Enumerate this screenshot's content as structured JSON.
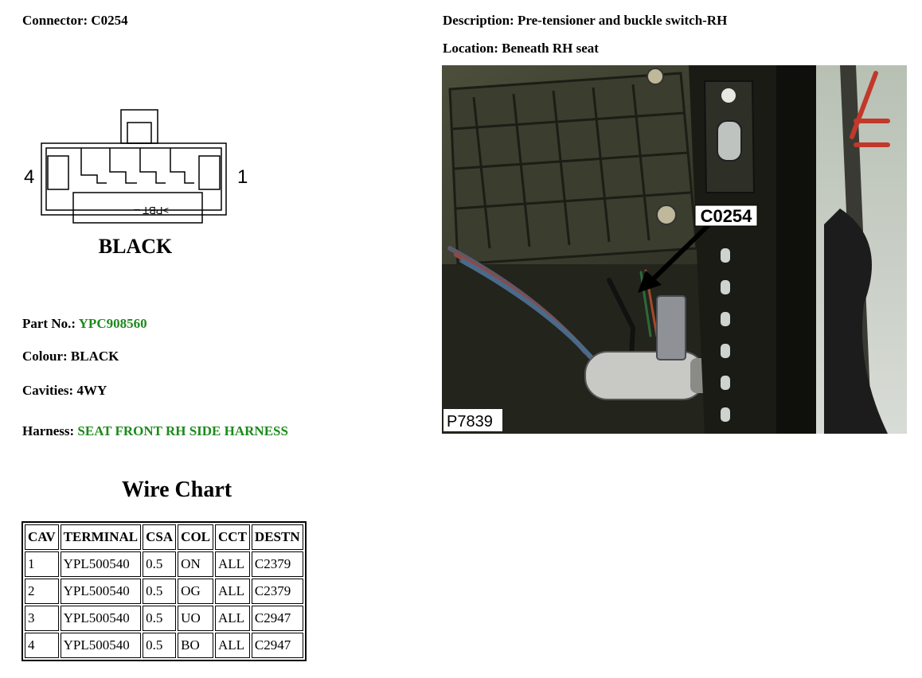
{
  "connector": {
    "label": "Connector:",
    "value": "C0254"
  },
  "description": {
    "label": "Description:",
    "value": "Pre-tensioner and buckle switch-RH"
  },
  "location": {
    "label": "Location:",
    "value": "Beneath RH seat"
  },
  "diagram": {
    "pin_left": "4",
    "pin_right": "1",
    "colour_label": "BLACK",
    "inner_marking": ">PBT –"
  },
  "photo": {
    "callout": "C0254",
    "ref": "P7839"
  },
  "part_no": {
    "label": "Part No.:",
    "value": "YPC908560"
  },
  "colour": {
    "label": "Colour:",
    "value": "BLACK"
  },
  "cavities": {
    "label": "Cavities:",
    "value": "4WY"
  },
  "harness": {
    "label": "Harness:",
    "value": "SEAT FRONT RH SIDE HARNESS"
  },
  "wire_chart": {
    "title": "Wire Chart",
    "headers": [
      "CAV",
      "TERMINAL",
      "CSA",
      "COL",
      "CCT",
      "DESTN"
    ],
    "rows": [
      [
        "1",
        "YPL500540",
        "0.5",
        "ON",
        "ALL",
        "C2379"
      ],
      [
        "2",
        "YPL500540",
        "0.5",
        "OG",
        "ALL",
        "C2379"
      ],
      [
        "3",
        "YPL500540",
        "0.5",
        "UO",
        "ALL",
        "C2947"
      ],
      [
        "4",
        "YPL500540",
        "0.5",
        "BO",
        "ALL",
        "C2947"
      ]
    ]
  }
}
